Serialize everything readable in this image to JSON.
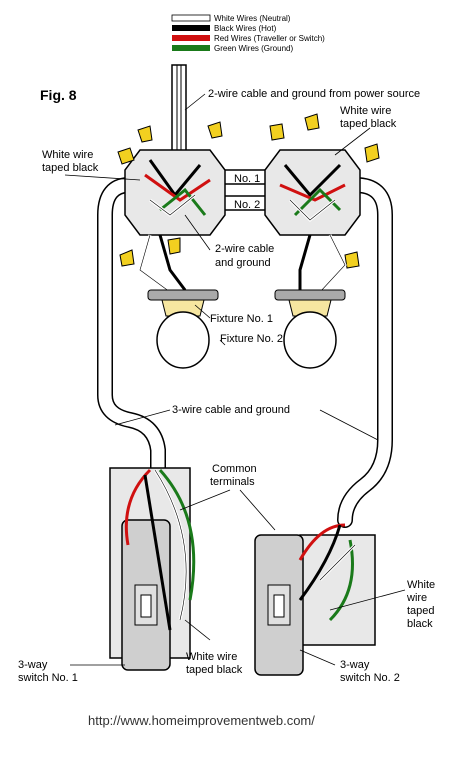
{
  "legend": [
    {
      "label": "White Wires (Neutral)",
      "color": "#ffffff"
    },
    {
      "label": "Black Wires (Hot)",
      "color": "#000000"
    },
    {
      "label": "Red Wires (Traveller or Switch)",
      "color": "#d01010"
    },
    {
      "label": "Green Wires (Ground)",
      "color": "#1a7a1a"
    }
  ],
  "figure_label": "Fig. 8",
  "labels": {
    "power_source": "2-wire cable and ground from power source",
    "white_taped_left_1": "White wire",
    "white_taped_left_2": "taped black",
    "white_taped_right_1": "White wire",
    "white_taped_right_2": "taped black",
    "cable_no1": "No. 1",
    "cable_no2": "No. 2",
    "two_wire_1": "2-wire cable",
    "two_wire_2": "and ground",
    "fixture1": "Fixture No. 1",
    "fixture2": "Fixture No. 2",
    "three_wire": "3-wire cable and ground",
    "common_1": "Common",
    "common_2": "terminals",
    "switch_white_1": "White wire",
    "switch_white_2": "taped black",
    "right_white_1": "White",
    "right_white_2": "wire",
    "right_white_3": "taped",
    "right_white_4": "black",
    "switch1_1": "3-way",
    "switch1_2": "switch No. 1",
    "switch2_1": "3-way",
    "switch2_2": "switch No. 2"
  },
  "url": "http://www.homeimprovementweb.com/"
}
